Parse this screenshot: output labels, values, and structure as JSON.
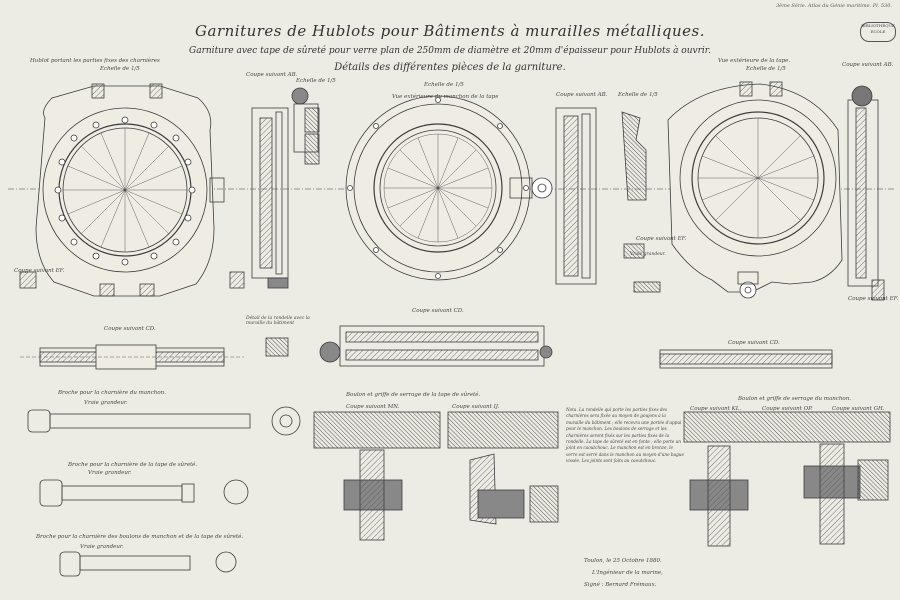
{
  "plate_header": "3ème Série. Atlas du Génie maritime. Pl. 530.",
  "stamp": "BIBLIOTHÈQUE ECOLE",
  "title": "Garnitures de Hublots pour Bâtiments à murailles métalliques.",
  "subtitle": "Garniture avec tape de sûreté pour verre plan de 250mm de diamètre et 20mm d'épaisseur pour Hublots à ouvrir.",
  "section_heading": "Détails des différentes pièces de la garniture.",
  "labels": {
    "left_view": "Hublot portant les parties fixes des charnières",
    "left_scale": "Echelle de 1/5",
    "coupe_ab_1": "Coupe suivant AB.",
    "echelle_1": "Echelle de 1/5",
    "center_scale": "Echelle de 1/5",
    "center_view": "Vue extérieure du manchon de la tape",
    "coupe_ab_2": "Coupe suivant AB.",
    "echelle_2": "Echelle de 1/5",
    "right_view": "Vue extérieure de la tape.",
    "right_scale": "Echelle de 1/5",
    "coupe_ab_3": "Coupe suivant AB.",
    "coupe_ef_left": "Coupe suivant EF.",
    "coupe_cd_left": "Coupe suivant CD.",
    "coupe_ef_center": "Coupe suivant EF.",
    "coupe_cd_center": "Coupe suivant CD.",
    "coupe_ef_right": "Coupe suivant EF.",
    "coupe_cd_right": "Coupe suivant CD.",
    "vraie_grandeur": "Vraie grandeur.",
    "detail_rondelle": "Détail de la rondelle avec la muraille du bâtiment",
    "broche_1": "Broche pour la charnière du manchon.",
    "broche_1_scale": "Vraie grandeur.",
    "broche_2": "Broche pour la charnière de la tape de sûreté.",
    "broche_2_scale": "Vraie grandeur.",
    "broche_3": "Broche pour la charnière des boulons de manchon et de la tape de sûreté.",
    "broche_3_scale": "Vraie grandeur.",
    "boulon_center": "Boulon et griffe de serrage de la tape de sûreté.",
    "boulon_right": "Boulon et griffe de serrage du manchon.",
    "coupe_mn": "Coupe suivant MN.",
    "coupe_ij": "Coupe suivant IJ.",
    "coupe_kl": "Coupe suivant KL.",
    "coupe_op": "Coupe suivant OP.",
    "coupe_gh": "Coupe suivant GH."
  },
  "note": "Nota. La rondelle qui porte les parties fixes des charnières sera fixée au moyen de goujons à la muraille du bâtiment ; elle recevra une portée d'appui pour le manchon. Les boulons de serrage et les charnières seront fixés sur les parties fixes de la rondelle. La tape de sûreté est en fonte ; elle porte un joint en caoutchouc. Le manchon est en bronze, le verre est serré dans le manchon au moyen d'une bague vissée. Les joints sont faits au caoutchouc.",
  "signature_place": "Toulon, le 25 Octobre 1880.",
  "signature_role": "L'Ingénieur de la marine,",
  "signature_name": "Signé : Bernard Frémaux."
}
